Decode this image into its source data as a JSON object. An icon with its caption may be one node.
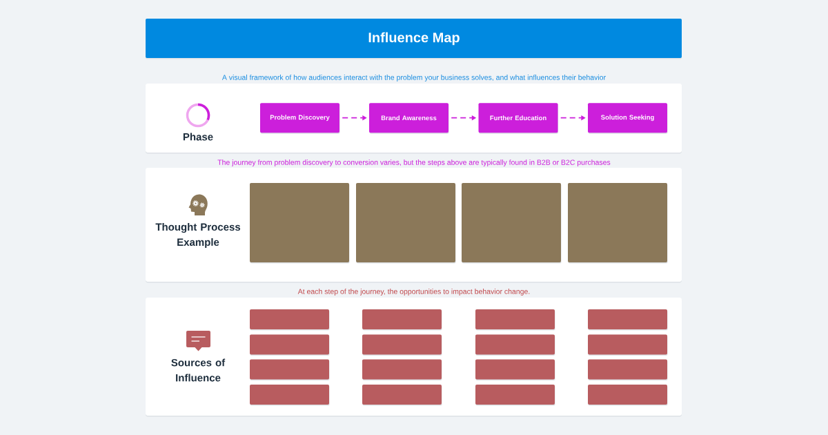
{
  "diagram": {
    "title": "Influence Map",
    "nodes": [
      {
        "text": [
          "Phase"
        ]
      },
      {
        "text": [
          "Problem Discovery"
        ],
        "in": 0
      },
      {
        "text": [
          "Brand Awareness"
        ],
        "in": 0
      },
      {
        "text": [
          "Further Education"
        ],
        "in": 0
      },
      {
        "text": [
          "Solution Seeking"
        ],
        "in": 0
      },
      {
        "text": [
          "Thought Process Example"
        ]
      },
      {
        "text": [],
        "shape": "box",
        "in": 5
      },
      {
        "text": [],
        "shape": "box",
        "in": 5
      },
      {
        "text": [],
        "shape": "box",
        "in": 5
      },
      {
        "text": [],
        "shape": "box",
        "in": 5
      },
      {
        "text": [
          "Sources of Influence"
        ]
      },
      {
        "text": [],
        "shape": "box",
        "in": 10
      },
      {
        "text": [],
        "shape": "box",
        "in": 10
      },
      {
        "text": [],
        "shape": "box",
        "in": 10
      },
      {
        "text": [],
        "shape": "box",
        "in": 10
      },
      {
        "text": [],
        "shape": "box",
        "in": 10
      },
      {
        "text": [],
        "shape": "box",
        "in": 10
      },
      {
        "text": [],
        "shape": "box",
        "in": 10
      },
      {
        "text": [],
        "shape": "box",
        "in": 10
      },
      {
        "text": [],
        "shape": "box",
        "in": 10
      },
      {
        "text": [],
        "shape": "box",
        "in": 10
      },
      {
        "text": [],
        "shape": "box",
        "in": 10
      },
      {
        "text": [],
        "shape": "box",
        "in": 10
      },
      {
        "text": [],
        "shape": "box",
        "in": 10
      },
      {
        "text": [],
        "shape": "box",
        "in": 10
      },
      {
        "text": [],
        "shape": "box",
        "in": 10
      },
      {
        "text": [],
        "shape": "box",
        "in": 10
      }
    ],
    "edges": [
      {
        "from": 1,
        "to": 2,
        "arrow": "to",
        "style": "dashed"
      },
      {
        "from": 2,
        "to": 3,
        "arrow": "to",
        "style": "dashed"
      },
      {
        "from": 3,
        "to": 4,
        "arrow": "to",
        "style": "dashed"
      }
    ],
    "labels": [
      "A visual framework of how audiences interact with the problem your business solves, and what influences their behavior",
      "The journey from problem discovery to conversion varies, but the steps above are typically found in B2B or B2C purchases",
      "At each step of the journey, the opportunities to impact behavior change."
    ]
  }
}
